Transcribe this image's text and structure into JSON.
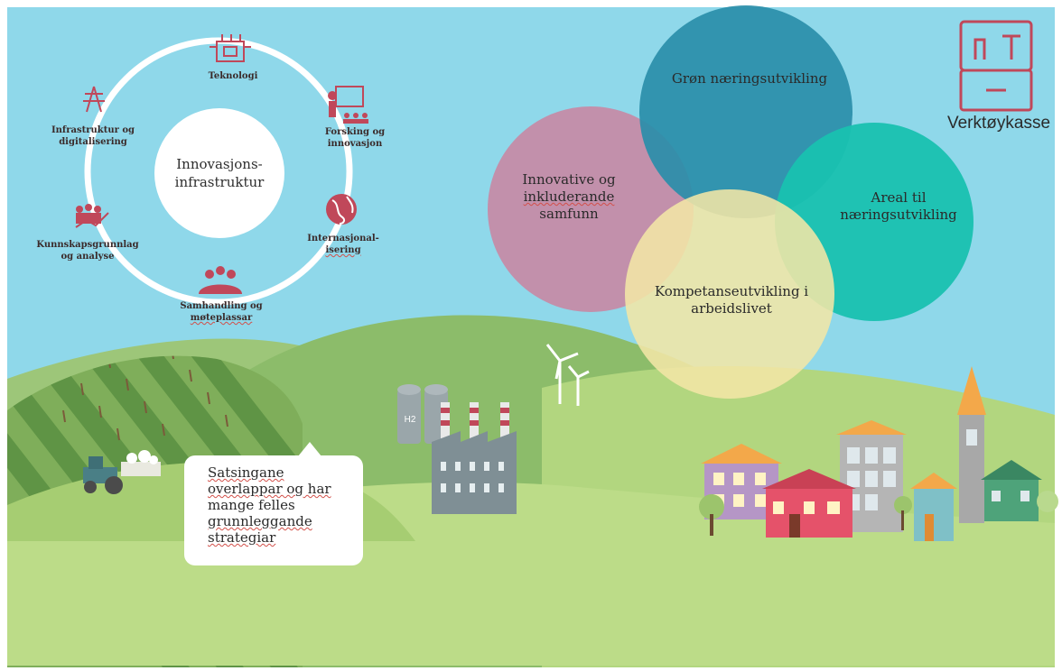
{
  "ring": {
    "center_line1": "Innovasjons-",
    "center_line2": "infrastruktur",
    "items": [
      {
        "line1": "Teknologi",
        "line2": ""
      },
      {
        "line1": "Forsking og",
        "line2": "innovasjon"
      },
      {
        "line1": "Internasjonal-",
        "line2": "isering"
      },
      {
        "line1": "Samhandling og",
        "line2": "møteplassar"
      },
      {
        "line1": "Kunnskapsgrunnlag",
        "line2": "og analyse"
      },
      {
        "line1": "Infrastruktur og",
        "line2": "digitalisering"
      }
    ]
  },
  "venn": {
    "circles": [
      {
        "line1": "Grøn næringsutvikling",
        "line2": "",
        "line3": "",
        "color": "#2a8ea9"
      },
      {
        "line1": "Innovative og",
        "line2": "inkluderande",
        "line3": "samfunn",
        "color": "#c48da8"
      },
      {
        "line1": "Areal til",
        "line2": "næringsutvikling",
        "line3": "",
        "color": "#19c1b0"
      },
      {
        "line1": "Kompetanseutvikling i",
        "line2": "arbeidslivet",
        "line3": "",
        "color": "#f3e6a6"
      }
    ]
  },
  "toolbox": {
    "label": "Verktøykasse",
    "icon": "toolbox-icon"
  },
  "callout": {
    "lines": [
      "Satsingane",
      "overlappar og har",
      "mange felles",
      "grunnleggande",
      "strategiar"
    ]
  },
  "scene": {
    "h2_label": "H2"
  },
  "colors": {
    "sky": "#8fd8ea",
    "accent": "#c0485a",
    "ground": "#bcdc88",
    "hills_dark": "#8ab868"
  }
}
